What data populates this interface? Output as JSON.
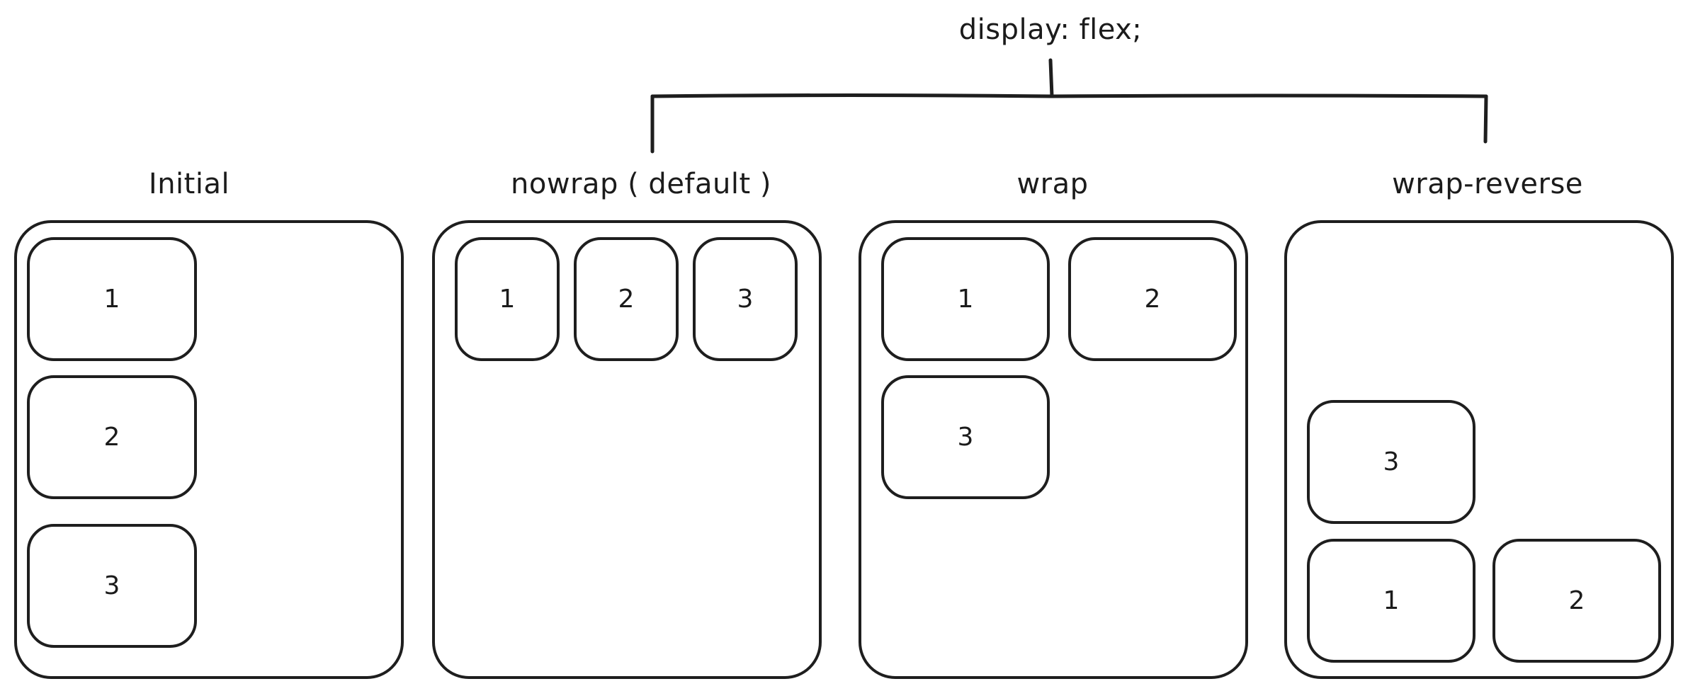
{
  "title": "display: flex;",
  "panels": [
    {
      "label": "Initial",
      "items": [
        "1",
        "2",
        "3"
      ]
    },
    {
      "label": "nowrap ( default )",
      "items": [
        "1",
        "2",
        "3"
      ]
    },
    {
      "label": "wrap",
      "items": [
        "1",
        "2",
        "3"
      ]
    },
    {
      "label": "wrap-reverse",
      "items": [
        "3",
        "1",
        "2"
      ]
    }
  ]
}
